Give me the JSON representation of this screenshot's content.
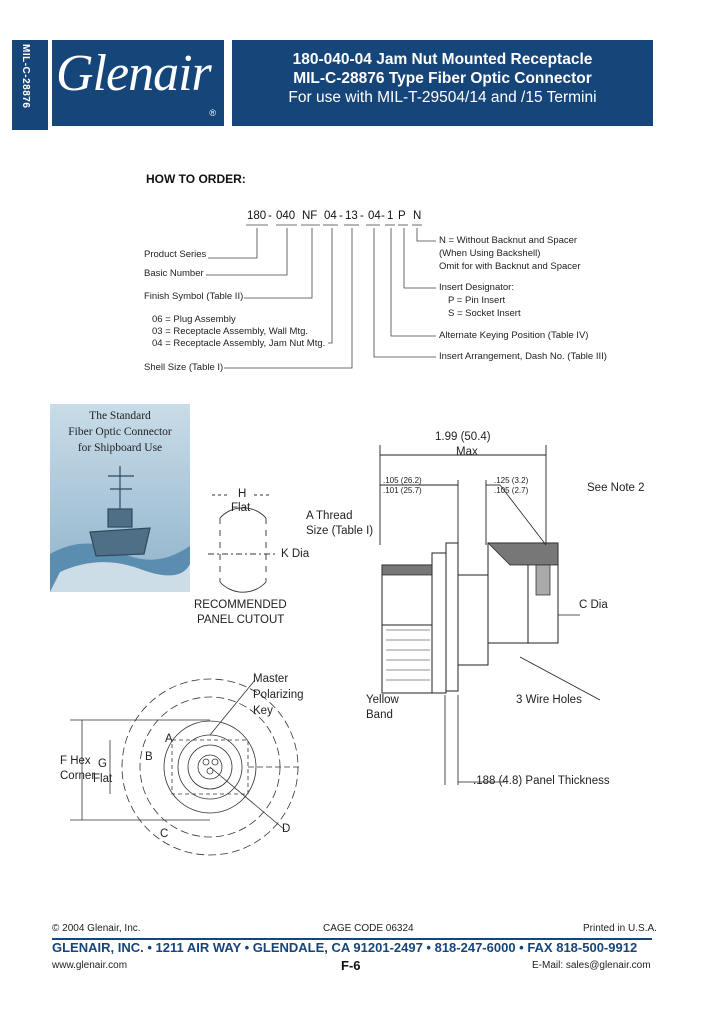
{
  "header": {
    "side_tab": "MIL-C-28876",
    "logo": "Glenair",
    "logo_mark": "®",
    "title_line1": "180-040-04 Jam Nut Mounted Receptacle",
    "title_line2": "MIL-C-28876 Type Fiber Optic Connector",
    "title_line3": "For use with MIL-T-29504/14 and /15 Termini"
  },
  "how_to_order": {
    "heading": "HOW TO ORDER:",
    "code": [
      "180",
      "-",
      "040",
      "NF",
      "04",
      "-",
      "13",
      "-",
      "04",
      "-",
      "1",
      "P",
      "N"
    ],
    "left_labels": [
      "Product Series",
      "Basic Number",
      "Finish Symbol (Table II)",
      "06 = Plug Assembly",
      "03 = Receptacle Assembly, Wall Mtg.",
      "04 = Receptacle Assembly, Jam Nut Mtg.",
      "Shell Size (Table I)"
    ],
    "right_labels": [
      "N = Without Backnut and Spacer",
      "(When Using Backshell)",
      "Omit for with Backnut and Spacer",
      "Insert Designator:",
      "P = Pin Insert",
      "S = Socket Insert",
      "Alternate Keying Position (Table IV)",
      "Insert Arrangement, Dash No. (Table III)"
    ]
  },
  "photo_caption": [
    "The Standard",
    "Fiber Optic Connector",
    "for Shipboard Use"
  ],
  "panel_cutout": {
    "h_label": "H",
    "flat_label": "Flat",
    "k_label": "K Dia",
    "caption_line1": "RECOMMENDED",
    "caption_line2": "PANEL CUTOUT"
  },
  "side_view": {
    "overall_len": "1.99 (50.4)",
    "overall_max": "Max",
    "dim_a1": ".105 (26.2)",
    "dim_a2": ".101 (25.7)",
    "dim_b1": ".125 (3.2)",
    "dim_b2": ".105 (2.7)",
    "see_note": "See Note 2",
    "a_thread1": "A Thread",
    "a_thread2": "Size (Table I)",
    "c_dia": "C Dia",
    "wire_holes": "3 Wire Holes",
    "yellow1": "Yellow",
    "yellow2": "Band",
    "panel_thick": ".188 (4.8) Panel Thickness"
  },
  "front_view": {
    "master1": "Master",
    "master2": "Polarizing",
    "master3": "Key",
    "a": "A",
    "b": "B",
    "c": "C",
    "d": "D",
    "f_hex1": "F Hex",
    "f_hex2": "Corner",
    "g1": "G",
    "g2": "Flat"
  },
  "footer": {
    "copyright": "© 2004 Glenair, Inc.",
    "cage": "CAGE CODE 06324",
    "printed": "Printed in U.S.A.",
    "address": "GLENAIR, INC. • 1211 AIR WAY • GLENDALE, CA 91201-2497 • 818-247-6000 • FAX 818-500-9912",
    "web": "www.glenair.com",
    "page": "F-6",
    "email": "E-Mail:  sales@glenair.com"
  },
  "colors": {
    "brand_blue": "#16457a"
  }
}
